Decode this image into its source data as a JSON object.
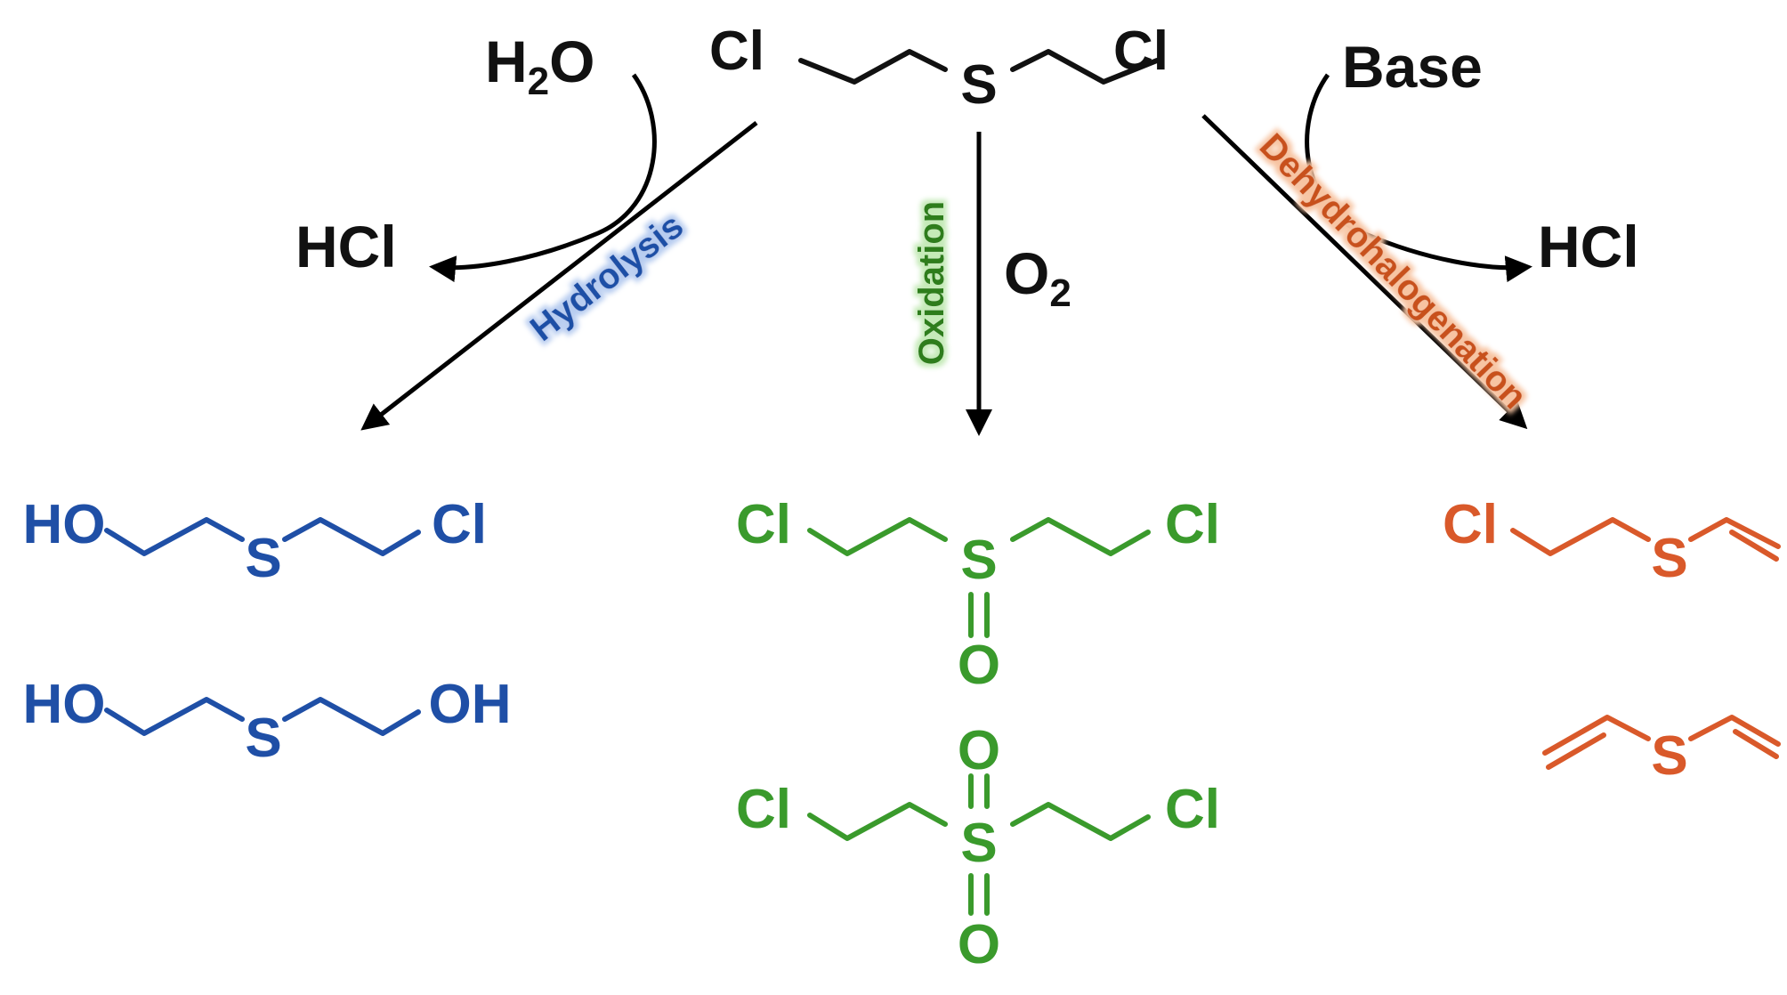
{
  "colors": {
    "black": "#111111",
    "hydrolysis": "#1f4fa6",
    "oxidation": "#3a9a2c",
    "dehydrohalogenation": "#d9592a",
    "hydrolysis_glow": "#b8cdf0",
    "oxidation_glow": "#c5eab8",
    "dehydrohalogenation_glow": "#f7c4a2"
  },
  "reactant": {
    "cl_left": "Cl",
    "s": "S",
    "cl_right": "Cl"
  },
  "hydrolysis": {
    "label": "Hydrolysis",
    "reagent_in_main": "H",
    "reagent_in_sub": "2",
    "reagent_in_tail": "O",
    "reagent_out": "HCl",
    "product_1": {
      "left": "HO",
      "s": "S",
      "right": "Cl"
    },
    "product_2": {
      "left": "HO",
      "s": "S",
      "right": "OH"
    }
  },
  "oxidation": {
    "label": "Oxidation",
    "reagent_main": "O",
    "reagent_sub": "2",
    "product_1": {
      "left": "Cl",
      "s": "S",
      "right": "Cl",
      "o": "O"
    },
    "product_2": {
      "left": "Cl",
      "s": "S",
      "right": "Cl",
      "o_top": "O",
      "o_bottom": "O"
    }
  },
  "dehydrohalogenation": {
    "label": "Dehydrohalogenation",
    "reagent_in": "Base",
    "reagent_out": "HCl",
    "product_1": {
      "left": "Cl",
      "s": "S"
    },
    "product_2": {
      "s": "S"
    }
  }
}
